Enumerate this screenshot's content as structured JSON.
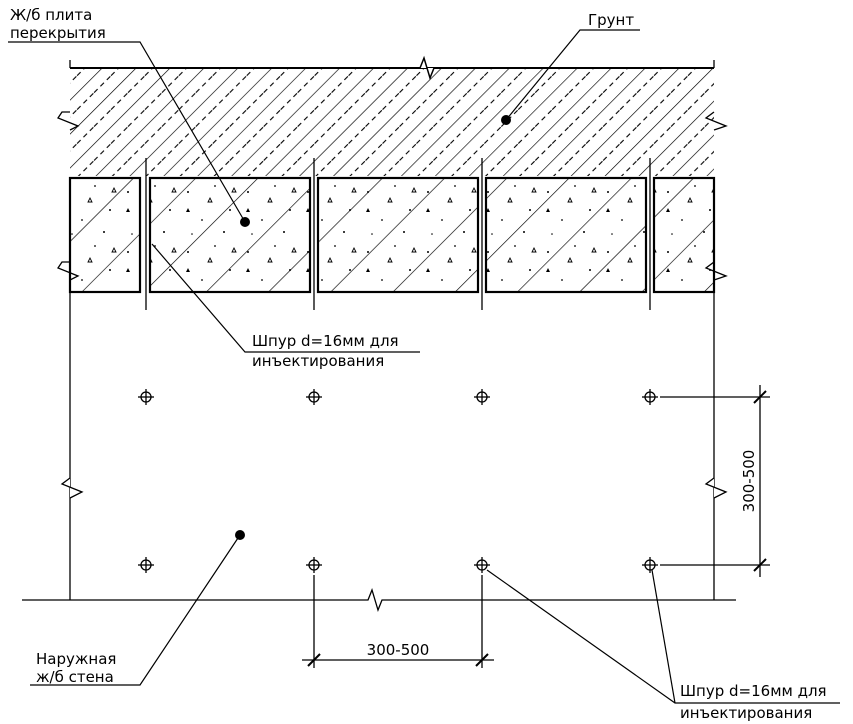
{
  "labels": {
    "slab_line1": "Ж/б плита",
    "slab_line2": "перекрытия",
    "soil": "Грунт",
    "hole_mid_line1": "Шпур d=16мм для",
    "hole_mid_line2": "инъектирования",
    "wall_line1": "Наружная",
    "wall_line2": "ж/б стена",
    "hole_br_line1": "Шпур d=16мм для",
    "hole_br_line2": "инъектирования"
  },
  "dimensions": {
    "horizontal": "300-500",
    "vertical": "300-500"
  }
}
